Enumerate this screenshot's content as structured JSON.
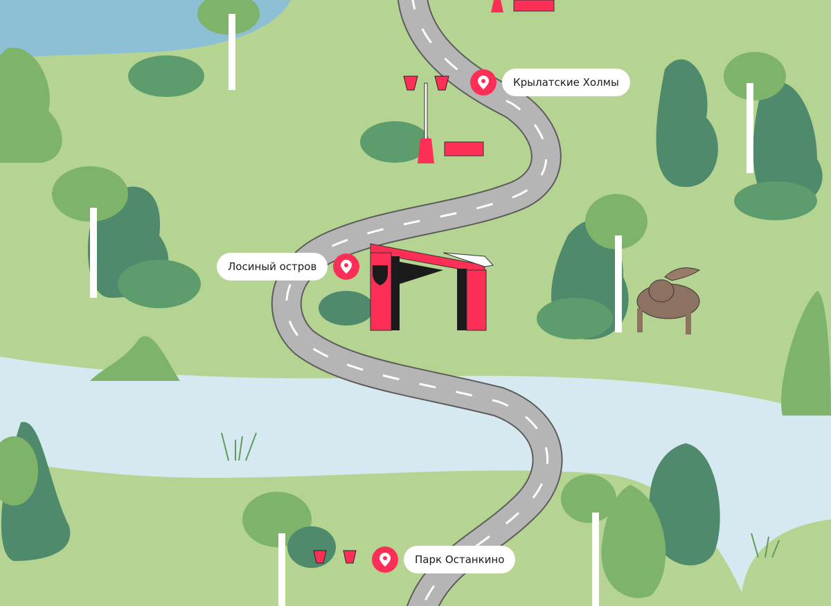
{
  "colors": {
    "grass": "#b6d491",
    "road": "#b5b5b5",
    "accent": "#fe2f56",
    "river": "#d6e9f1",
    "lake": "#8ec0d5",
    "tree_light": "#7db46a",
    "tree_dark": "#4f8a6c"
  },
  "markers": [
    {
      "label": "Крылатские Холмы",
      "icon": "map-pin-icon"
    },
    {
      "label": "Лосиный остров",
      "icon": "map-pin-icon"
    },
    {
      "label": "Парк Останкино",
      "icon": "map-pin-icon"
    }
  ]
}
